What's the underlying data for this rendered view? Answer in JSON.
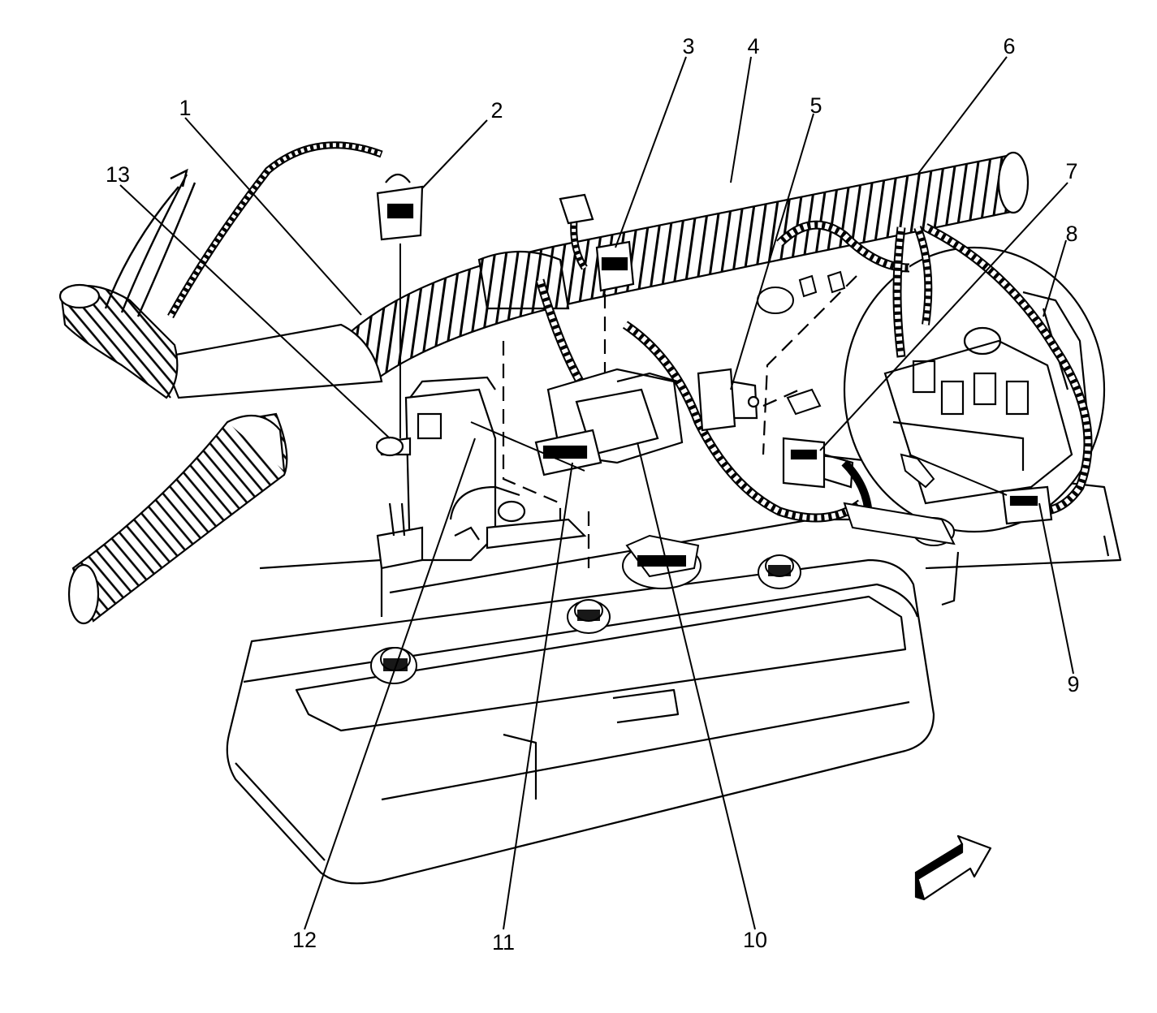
{
  "diagram": {
    "callouts": [
      {
        "id": "c1",
        "text": "1"
      },
      {
        "id": "c2",
        "text": "2"
      },
      {
        "id": "c3",
        "text": "3"
      },
      {
        "id": "c4",
        "text": "4"
      },
      {
        "id": "c5",
        "text": "5"
      },
      {
        "id": "c6",
        "text": "6"
      },
      {
        "id": "c7",
        "text": "7"
      },
      {
        "id": "c8",
        "text": "8"
      },
      {
        "id": "c9",
        "text": "9"
      },
      {
        "id": "c10",
        "text": "10"
      },
      {
        "id": "c11",
        "text": "11"
      },
      {
        "id": "c12",
        "text": "12"
      },
      {
        "id": "c13",
        "text": "13"
      }
    ],
    "colors": {
      "ink": "#000000",
      "paper": "#ffffff"
    }
  }
}
